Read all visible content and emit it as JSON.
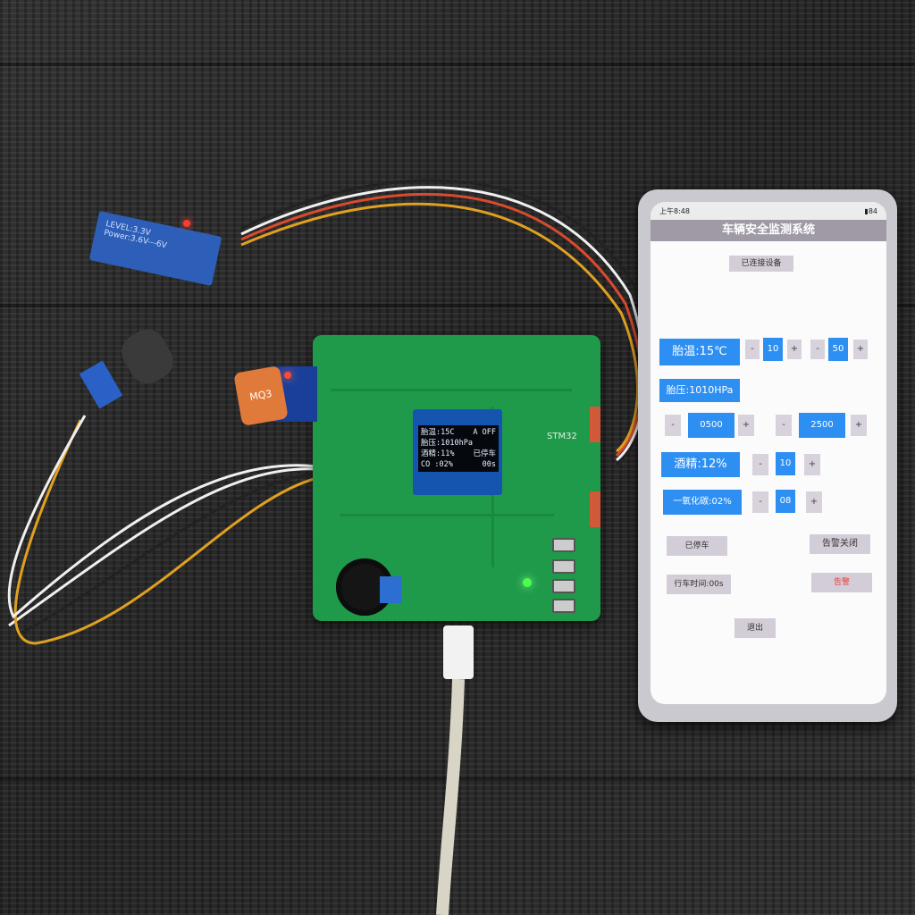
{
  "pcb": {
    "label": "STM32",
    "oled_lines": [
      {
        "left": "胎温:15C",
        "right": "A OFF"
      },
      {
        "left": "胎压:1010hPa",
        "right": ""
      },
      {
        "left": "酒精:11%",
        "right": "已停车"
      },
      {
        "left": "CO  :02%",
        "right": "00s"
      }
    ],
    "mq3_label": "MQ3"
  },
  "bluetooth": {
    "level": "LEVEL:3.3V",
    "power": "Power:3.6V---6V"
  },
  "phone": {
    "status": {
      "time": "上午8:48",
      "battery": "84"
    },
    "title": "车辆安全监测系统",
    "connect_label": "已连接设备",
    "temp": {
      "label": "胎温:15℃",
      "minus": "-",
      "low": "10",
      "plus": "+",
      "minus2": "-",
      "high": "50",
      "plus2": "+"
    },
    "pressure": {
      "label": "胎压:1010HPa"
    },
    "pressure_limits": {
      "minus": "-",
      "low": "0500",
      "plus": "+",
      "minus2": "-",
      "high": "2500",
      "plus2": "+"
    },
    "alcohol": {
      "label": "酒精:12%",
      "minus": "-",
      "value": "10",
      "plus": "+"
    },
    "co": {
      "label": "一氧化碳:02%",
      "minus": "-",
      "value": "08",
      "plus": "+"
    },
    "parked": "已停车",
    "alarm_off": "告警关闭",
    "drive_time": "行车时间:00s",
    "alarm": "告警",
    "exit": "退出"
  }
}
